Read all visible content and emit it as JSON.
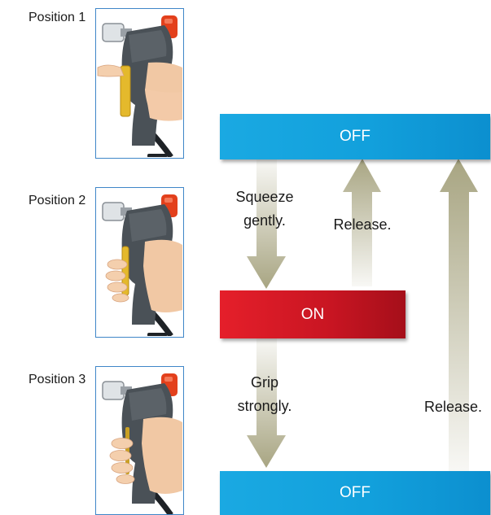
{
  "positions": [
    {
      "label": "Position 1",
      "grip": "released"
    },
    {
      "label": "Position 2",
      "grip": "gentle"
    },
    {
      "label": "Position 3",
      "grip": "strong"
    }
  ],
  "states": {
    "top": {
      "label": "OFF",
      "color": "#12a0dc"
    },
    "middle": {
      "label": "ON",
      "color": "#d51a24"
    },
    "bottom": {
      "label": "OFF",
      "color": "#12a0dc"
    }
  },
  "captions": {
    "squeeze": "Squeeze\ngently.",
    "release_short": "Release.",
    "grip": "Grip\nstrongly.",
    "release_long": "Release."
  },
  "colors": {
    "arrow": "#a8a582",
    "frame": "#3f86c8",
    "knob": "#e3401c"
  }
}
